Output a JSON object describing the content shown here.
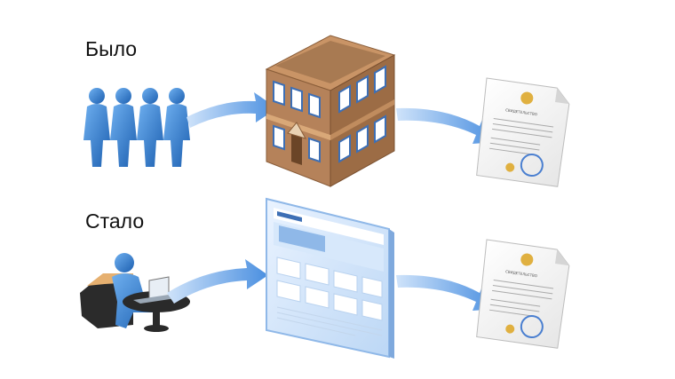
{
  "labels": {
    "before": "Было",
    "after": "Стало"
  },
  "document": {
    "title": "СВИДЕТЕЛЬСТВО"
  },
  "colors": {
    "people": "#2f7fd1",
    "arrow": "#5aa0e8",
    "building_wall": "#b5825a",
    "building_roof": "#c99466",
    "window": "#3d6fb5",
    "portal_frame": "#cfe2f8"
  },
  "icons": [
    "people-group-icon",
    "building-icon",
    "certificate-icon",
    "user-at-desk-icon",
    "web-portal-icon",
    "arrow-icon"
  ]
}
